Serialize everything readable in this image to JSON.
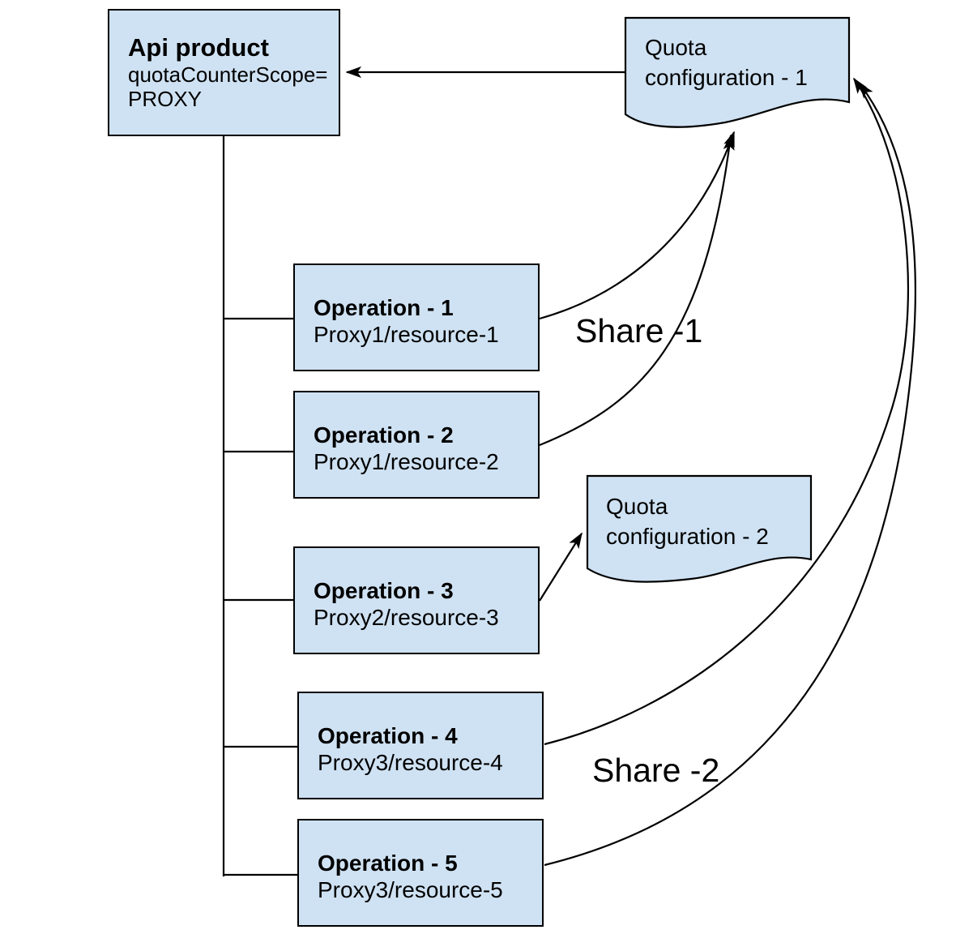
{
  "diagram": {
    "api_product": {
      "title": "Api product",
      "scope_line1": "quotaCounterScope=",
      "scope_line2": "PROXY"
    },
    "quota_config_1": {
      "line1": "Quota",
      "line2": "configuration - 1"
    },
    "quota_config_2": {
      "line1": "Quota",
      "line2": "configuration - 2"
    },
    "operations": [
      {
        "title": "Operation - 1",
        "subtitle": "Proxy1/resource-1"
      },
      {
        "title": "Operation - 2",
        "subtitle": "Proxy1/resource-2"
      },
      {
        "title": "Operation - 3",
        "subtitle": "Proxy2/resource-3"
      },
      {
        "title": "Operation - 4",
        "subtitle": "Proxy3/resource-4"
      },
      {
        "title": "Operation - 5",
        "subtitle": "Proxy3/resource-5"
      }
    ],
    "labels": {
      "share1": "Share -1",
      "share2": "Share -2"
    },
    "colors": {
      "box_fill": "#cfe2f3",
      "line": "#000000",
      "background": "#ffffff"
    }
  }
}
